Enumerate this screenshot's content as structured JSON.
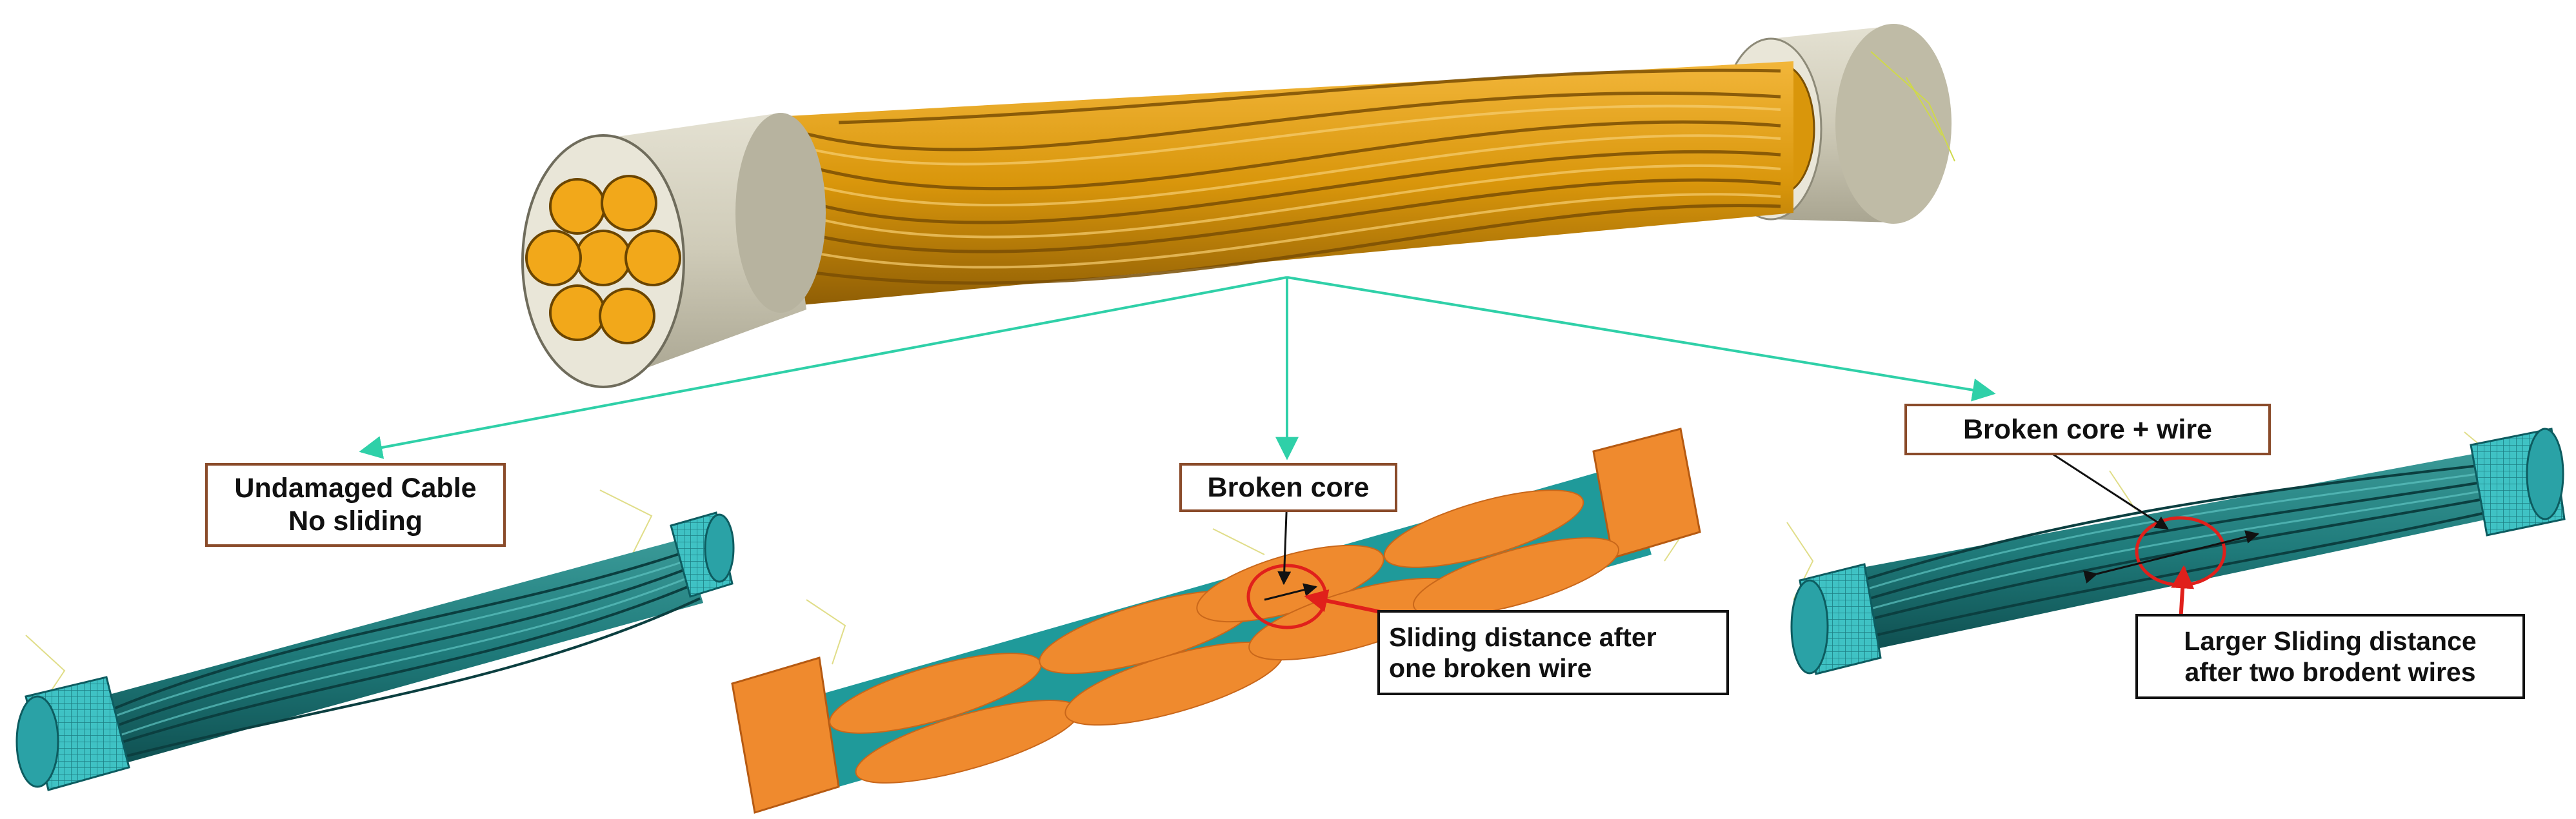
{
  "figure": {
    "colors": {
      "strand_gold": "#d9960b",
      "strand_gold_shadow": "#9c6705",
      "end_cap_gray": "#cfcbb8",
      "end_cap_face": "#e9e6d8",
      "mesh_teal": "#1f7a7a",
      "mesh_teal_light": "#39b3b8",
      "section_orange": "#ef8a2e",
      "leader_teal": "#2fd0a8",
      "highlight_red": "#e0201b",
      "box_border_brown": "#8a4b2a"
    },
    "labels": {
      "undamaged_line1": "Undamaged Cable",
      "undamaged_line2": "No sliding",
      "broken_core": "Broken core",
      "sliding_line1": "Sliding distance after",
      "sliding_line2": "one broken wire",
      "broken_core_wire": "Broken core + wire",
      "larger_line1": "Larger Sliding distance",
      "larger_line2": "after two brodent wires"
    }
  }
}
